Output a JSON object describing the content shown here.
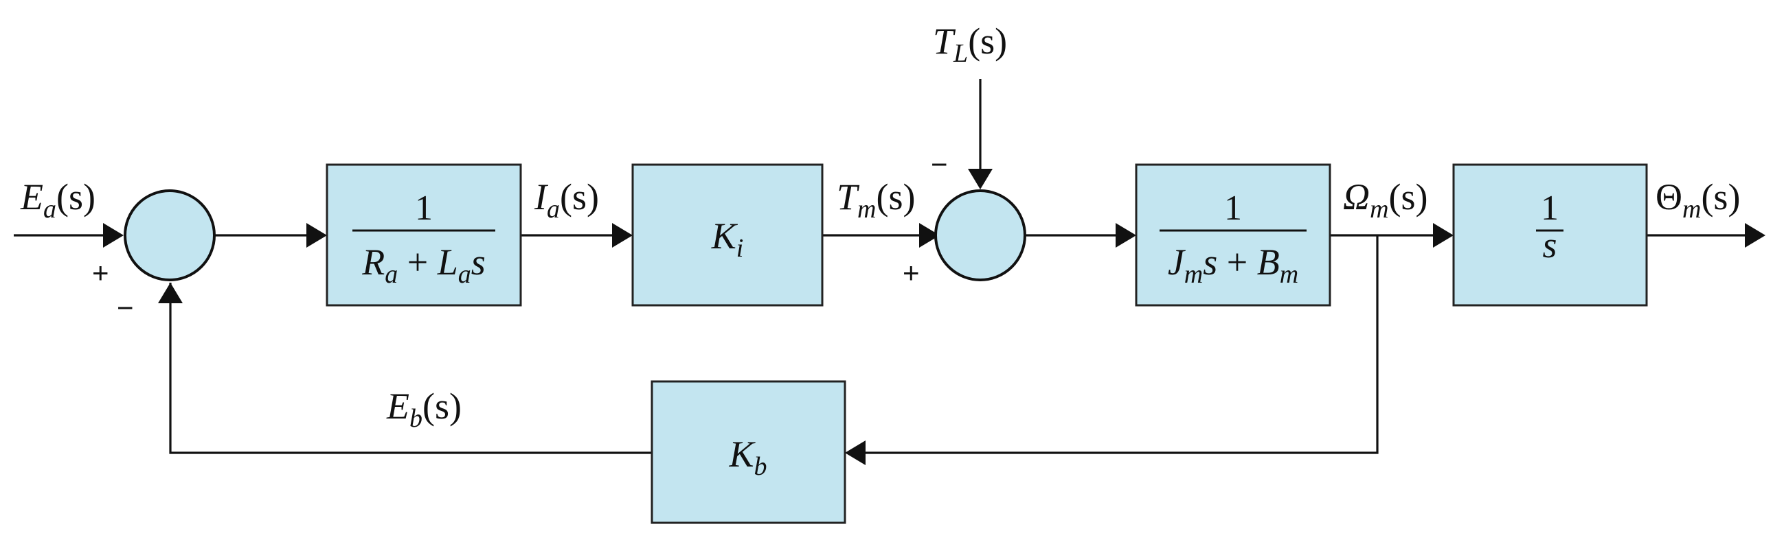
{
  "signals": {
    "input": {
      "main": "E",
      "sub": "a",
      "arg": "(s)"
    },
    "current": {
      "main": "I",
      "sub": "a",
      "arg": "(s)"
    },
    "motor_torque": {
      "main": "T",
      "sub": "m",
      "arg": "(s)"
    },
    "load_torque": {
      "main": "T",
      "sub": "L",
      "arg": "(s)"
    },
    "speed": {
      "main": "Ω",
      "sub": "m",
      "arg": "(s)"
    },
    "angle": {
      "main": "Θ",
      "sub": "m",
      "arg": "(s)"
    },
    "back_emf": {
      "main": "E",
      "sub": "b",
      "arg": "(s)"
    }
  },
  "blocks": {
    "armature": {
      "num": "1",
      "den_R": "R",
      "den_R_sub": "a",
      "den_op": " + ",
      "den_L": "L",
      "den_L_sub": "a",
      "den_s": "s"
    },
    "torque_const": {
      "main": "K",
      "sub": "i"
    },
    "mechanical": {
      "num": "1",
      "den_J": "J",
      "den_J_sub": "m",
      "den_s": "s",
      "den_op": " + ",
      "den_B": "B",
      "den_B_sub": "m"
    },
    "integrator": {
      "num": "1",
      "den": "s"
    },
    "back_emf_const": {
      "main": "K",
      "sub": "b"
    }
  },
  "summers": {
    "sum1": {
      "plus": "+",
      "minus": "−"
    },
    "sum2": {
      "plus": "+",
      "minus": "−"
    }
  }
}
